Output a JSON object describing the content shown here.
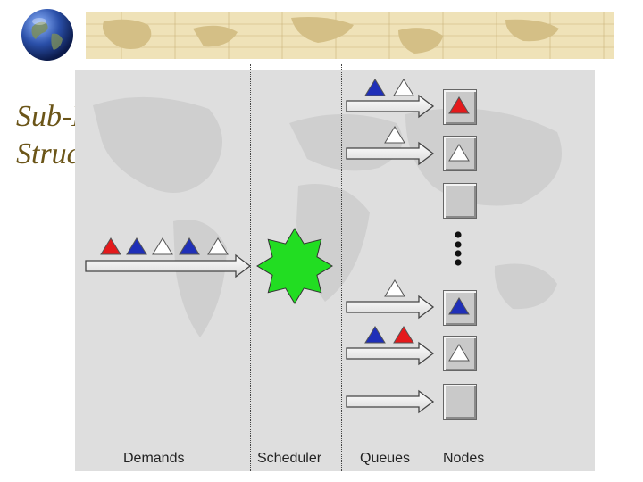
{
  "slide": {
    "title_line1": "Sub-Model:",
    "title_line2": "Structure"
  },
  "columns": {
    "demands": "Demands",
    "scheduler": "Scheduler",
    "queues": "Queues",
    "nodes": "Nodes"
  },
  "colors": {
    "red": "#e41a1c",
    "blue": "#1f2fb8",
    "white": "#ffffff",
    "green": "#22dd22",
    "title": "#6b5518",
    "panel": "#dedede",
    "node": "#c9c9c9"
  },
  "demands_triangles": [
    "red",
    "blue",
    "white",
    "blue",
    "white"
  ],
  "queues": [
    {
      "triangles": [
        "blue",
        "white"
      ],
      "node": "red"
    },
    {
      "triangles": [
        "white"
      ],
      "node": "white"
    },
    {
      "triangles": [],
      "node": "empty"
    },
    {
      "triangles": [
        "white"
      ],
      "node": "blue"
    },
    {
      "triangles": [
        "blue",
        "red"
      ],
      "node": "white"
    },
    {
      "triangles": [],
      "node": "empty"
    }
  ],
  "icons": {
    "globe": "globe-icon",
    "scheduler": "green-star-icon",
    "ellipsis": "vertical-dots-icon"
  }
}
